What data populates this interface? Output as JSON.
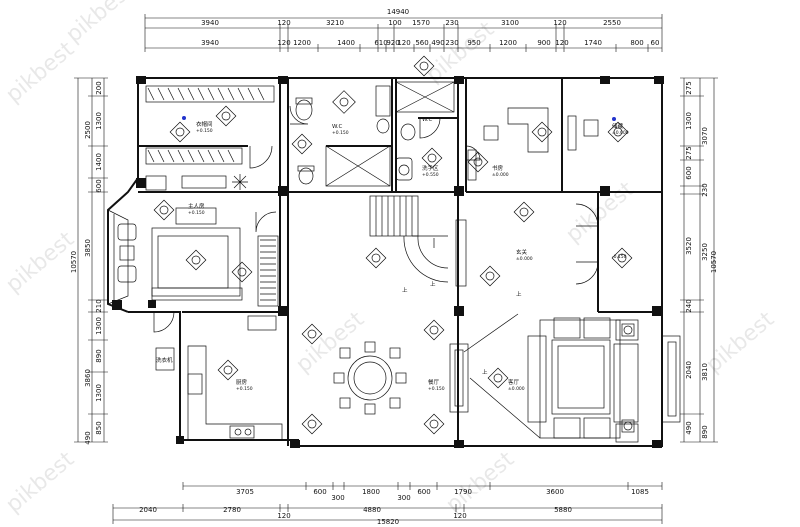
{
  "watermark": "pikbest",
  "top_dims": {
    "total": "14940",
    "row1": [
      "3940",
      "120",
      "3210",
      "100",
      "1570",
      "230",
      "3100",
      "120",
      "2550"
    ],
    "row2": [
      "3940",
      "120",
      "1200",
      "1400",
      "610",
      "920",
      "120",
      "560",
      "490",
      "230",
      "950",
      "1200",
      "900",
      "120",
      "1740",
      "800",
      "60"
    ]
  },
  "bottom_dims": {
    "row1": [
      "3705",
      "600",
      "300",
      "1800",
      "300",
      "600",
      "1790",
      "3600",
      "1085"
    ],
    "row2": [
      "2040",
      "2780",
      "120",
      "4880",
      "120",
      "5880"
    ],
    "total": "15820"
  },
  "left_dims": {
    "total": "10570",
    "segs": [
      "200",
      "1300",
      "2500",
      "1400",
      "600",
      "3850",
      "210",
      "1300",
      "890",
      "3860",
      "1300",
      "850",
      "490"
    ]
  },
  "right_dims": {
    "total": "10570",
    "segs": [
      "275",
      "1300",
      "3070",
      "275",
      "600",
      "230",
      "3520",
      "3250",
      "240",
      "3810",
      "2040",
      "490",
      "890"
    ]
  },
  "rooms": [
    {
      "label": "衣帽间",
      "level": "+0.150"
    },
    {
      "label": "W.C",
      "level": "+0.150"
    },
    {
      "label": "W.C",
      "level": ""
    },
    {
      "label": "洗手区",
      "level": "+0.550"
    },
    {
      "label": "书房",
      "level": "±0.000"
    },
    {
      "label": "储藏",
      "level": "±0.000"
    },
    {
      "label": "主人房",
      "level": "+0.150"
    },
    {
      "label": "玄关",
      "level": "±0.000"
    },
    {
      "label": "",
      "level": "-0.150"
    },
    {
      "label": "厨房",
      "level": "+0.150"
    },
    {
      "label": "餐厅",
      "level": "+0.150"
    },
    {
      "label": "客厅",
      "level": "±0.000"
    },
    {
      "label": "洗衣机",
      "level": ""
    }
  ],
  "marks": {
    "up": "上"
  },
  "colors": {
    "line": "#111111",
    "dot": "#2233cc"
  }
}
